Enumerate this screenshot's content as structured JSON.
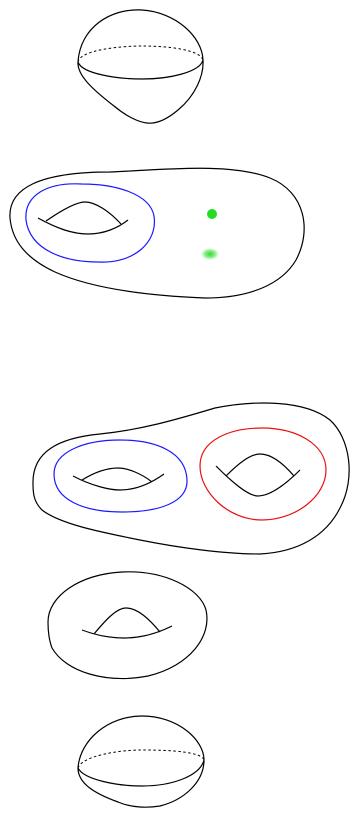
{
  "figure": {
    "description_free": true,
    "colors": {
      "outline": "#000000",
      "blue_curve": "#1a1aff",
      "red_curve": "#e81010",
      "marked_point": "#22dd22",
      "background": "#ffffff"
    },
    "surfaces": [
      {
        "id": "sphere-top",
        "genus": 0,
        "punctures": 0
      },
      {
        "id": "torus-two-points",
        "genus": 1,
        "punctures": 2
      },
      {
        "id": "genus-two-surface",
        "genus": 2,
        "punctures": 0
      },
      {
        "id": "torus-bottom",
        "genus": 1,
        "punctures": 0
      },
      {
        "id": "sphere-bottom",
        "genus": 0,
        "punctures": 0
      }
    ],
    "curves": [
      {
        "surface": "torus-two-points",
        "color": "blue"
      },
      {
        "surface": "genus-two-surface",
        "color": "blue"
      },
      {
        "surface": "genus-two-surface",
        "color": "red"
      }
    ],
    "marked_points": [
      {
        "surface": "torus-two-points",
        "style": "solid"
      },
      {
        "surface": "torus-two-points",
        "style": "blurred"
      }
    ]
  }
}
